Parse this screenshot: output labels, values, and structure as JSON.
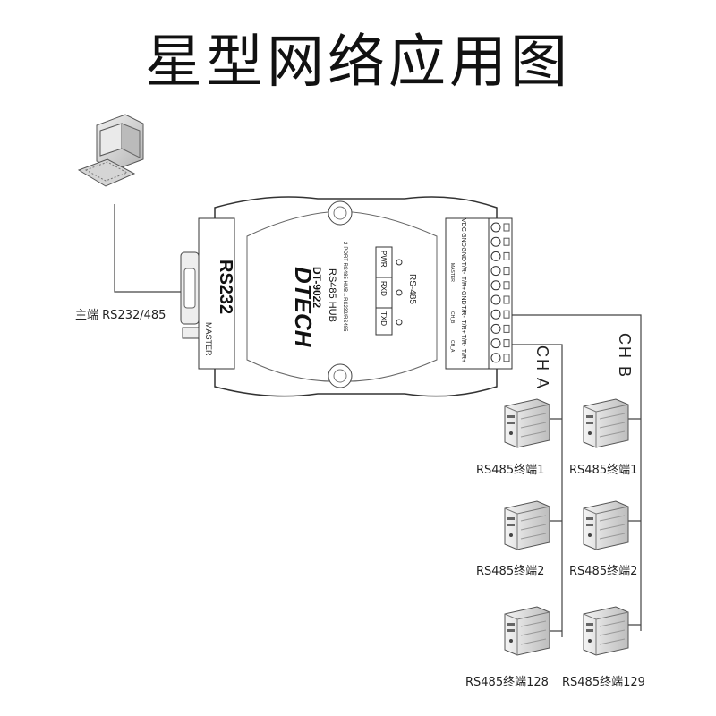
{
  "title": "星型网络应用图",
  "host": {
    "label": "主端 RS232/485"
  },
  "device": {
    "brand": "DTECH",
    "model": "DT-9022",
    "product": "RS485 HUB",
    "subtitle": "2-PORT RS485 HUB→RS232/RS485",
    "port_label": "RS232",
    "master_label": "MASTER",
    "rs485_label": "RS-485",
    "leds": [
      "TXD",
      "RXD",
      "PWR"
    ],
    "terminals": [
      "VDC",
      "GND",
      "GND",
      "T/R-",
      "T/R+",
      "GND",
      "T/R-",
      "T/R+",
      "T/R-",
      "T/R+"
    ],
    "terminal_groups": {
      "master": "MASTER",
      "ch_b": "CH_B",
      "ch_a": "CH_A"
    }
  },
  "channels": {
    "a": "CH A",
    "b": "CH B"
  },
  "terminals_a": [
    {
      "label": "RS485终端1"
    },
    {
      "label": "RS485终端2"
    },
    {
      "label": "RS485终端128"
    }
  ],
  "terminals_b": [
    {
      "label": "RS485终端1"
    },
    {
      "label": "RS485终端2"
    },
    {
      "label": "RS485终端129"
    }
  ],
  "colors": {
    "line": "#444444",
    "body": "#ffffff",
    "outline": "#333333",
    "server": "#d8d8d8"
  }
}
